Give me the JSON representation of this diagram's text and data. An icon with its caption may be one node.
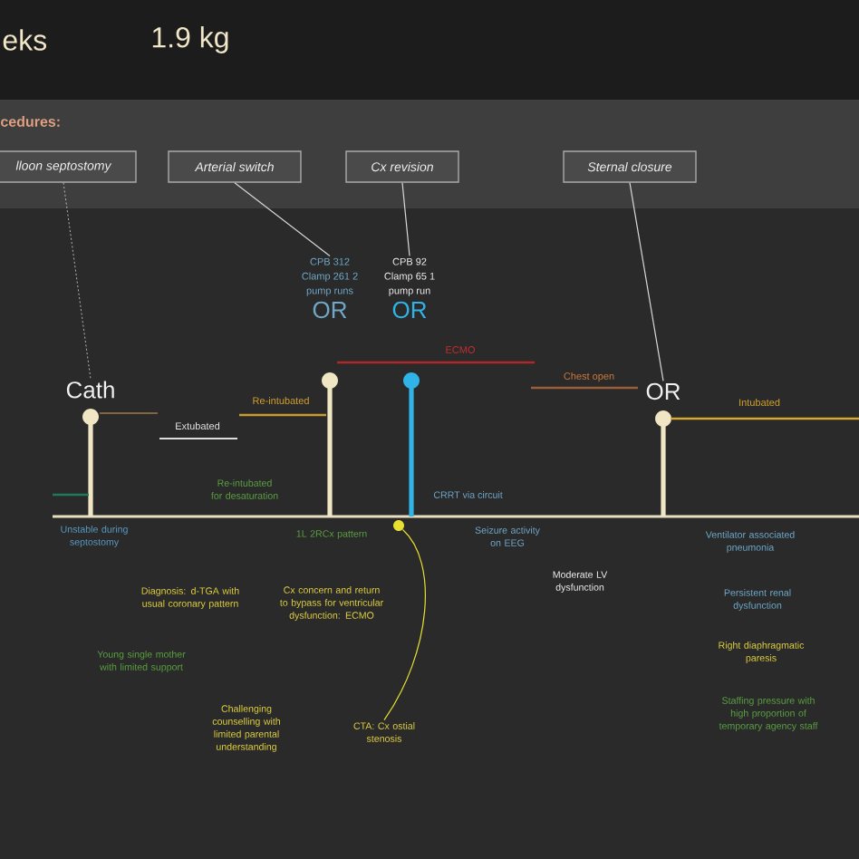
{
  "diagram": {
    "nodes": [
      {
        "text": [
          "lloon septostomy"
        ]
      },
      {
        "text": [
          "Arterial switch"
        ]
      },
      {
        "text": [
          "Cx revision"
        ]
      },
      {
        "text": [
          "Sternal closure"
        ]
      },
      {
        "text": [
          "Cath"
        ]
      },
      {
        "text": [
          "CPB 312 Clamp 261 2 pump runs",
          "OR"
        ]
      },
      {
        "text": [
          "CPB 92 Clamp 65 1 pump run",
          "OR"
        ]
      },
      {
        "text": [
          "OR"
        ]
      },
      {
        "text": [],
        "shape": "circle"
      },
      {
        "text": [
          "CTA: Cx ostial stenosis"
        ]
      }
    ],
    "edges": [
      {
        "from": 0,
        "to": 4,
        "arrow": "none",
        "style": "dashed"
      },
      {
        "from": 1,
        "to": 5,
        "arrow": "none"
      },
      {
        "from": 2,
        "to": 6,
        "arrow": "none"
      },
      {
        "from": 3,
        "to": 7,
        "arrow": "none"
      },
      {
        "from": 8,
        "to": 9,
        "arrow": "none",
        "color": "#e8e030"
      }
    ],
    "labels": [
      "eks",
      "1.9 kg",
      "cedures:",
      "ECMO",
      "Chest open",
      "Extubated",
      "Re-intubated",
      "Intubated",
      "Re-intubated for desaturation",
      "CRRT via circuit",
      "Unstable during septostomy",
      "1L 2RCx pattern",
      "Seizure activity on EEG",
      "Ventilator associated pneumonia",
      "Moderate LV dysfunction",
      "Diagnosis: d-TGA with usual coronary pattern",
      "Cx concern and return to bypass for ventricular dysfunction: ECMO",
      "Persistent renal dysfunction",
      "Right diaphragmatic paresis",
      "Young single mother with limited support",
      "Staffing pressure with high proportion of temporary agency staff",
      "Challenging counselling with limited parental understanding"
    ]
  }
}
